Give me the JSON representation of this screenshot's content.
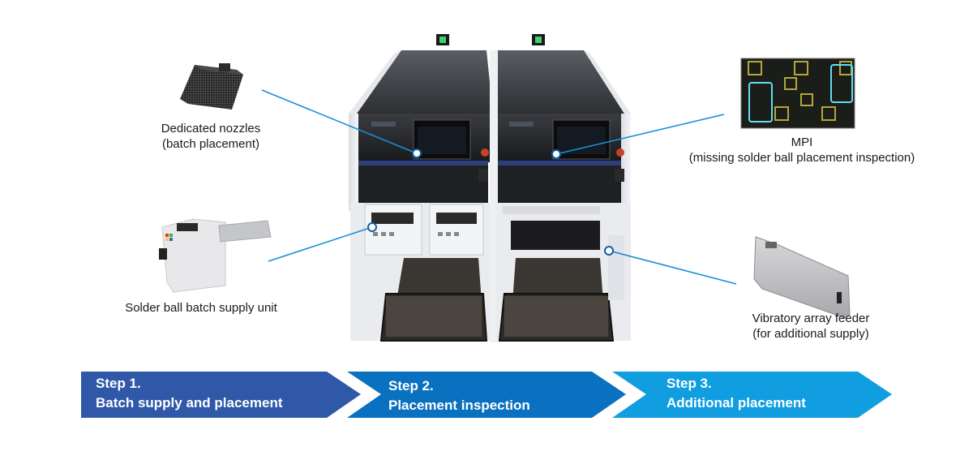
{
  "diagram": {
    "title": "Solder ball placement process",
    "colors": {
      "callout_line": "#1a8fd6",
      "callout_dot_border": "#0d5fa8",
      "step1": "#2f58a8",
      "step2": "#0a70c0",
      "step3": "#109ee0",
      "text": "#1a1a1a"
    },
    "callouts": [
      {
        "id": "nozzles",
        "lines": [
          "Dedicated nozzles",
          "(batch placement)"
        ],
        "image": "nozzle-head"
      },
      {
        "id": "supply-unit",
        "lines": [
          "Solder ball batch supply unit"
        ],
        "image": "supply-unit"
      },
      {
        "id": "mpi",
        "lines": [
          "MPI",
          "(missing solder ball placement inspection)"
        ],
        "image": "pcb-inspection-image"
      },
      {
        "id": "feeder",
        "lines": [
          "Vibratory array feeder",
          "(for additional supply)"
        ],
        "image": "array-feeder"
      }
    ],
    "steps": [
      {
        "title": "Step 1.",
        "label": "Batch supply and placement"
      },
      {
        "title": "Step 2.",
        "label": "Placement inspection"
      },
      {
        "title": "Step 3.",
        "label": "Additional placement"
      }
    ],
    "machine": {
      "name": "placement-machine",
      "modules": 2
    }
  }
}
